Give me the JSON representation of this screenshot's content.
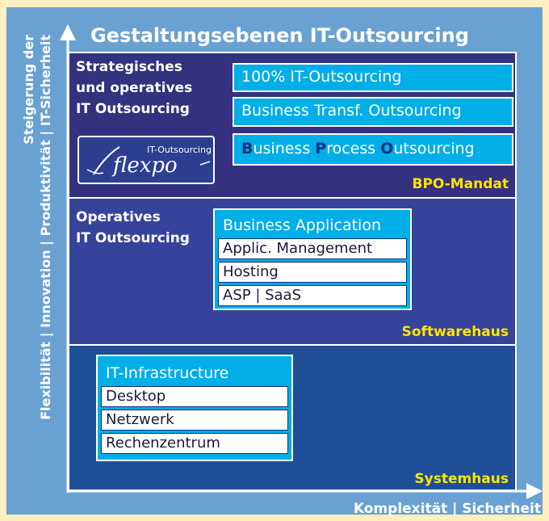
{
  "diagram": {
    "title": "Gestaltungsebenen IT-Outsourcing",
    "x_axis_label": "Komplexität | Sicherheit",
    "y_axis_label_line1": "Steigerung der",
    "y_axis_label_line2": "Flexibilität | Innovation | Produktivität | IT-Sicherheit"
  },
  "levels": [
    {
      "name_lines": [
        "Strategisches",
        "und operatives",
        "IT Outsourcing"
      ],
      "tag": "BPO-Mandat",
      "items": [
        "100% IT-Outsourcing",
        "Business Transf. Outsourcing"
      ],
      "bpo_item": {
        "b1": "B",
        "r1": "usiness ",
        "b2": "P",
        "r2": "rocess ",
        "b3": "O",
        "r3": "utsourcing"
      },
      "logo_text": "IT-Outsourcing",
      "logo_word": "flexpo"
    },
    {
      "name_lines": [
        "Operatives",
        "IT Outsourcing"
      ],
      "tag": "Softwarehaus",
      "panel_title": "Business Application",
      "panel_items": [
        "Applic. Management",
        "Hosting",
        "ASP | SaaS"
      ]
    },
    {
      "tag": "Systemhaus",
      "panel_title": "IT-Infrastructure",
      "panel_items": [
        "Desktop",
        "Netzwerk",
        "Rechenzentrum"
      ]
    }
  ],
  "colors": {
    "background": "#fcefc2",
    "frame": "#6aa1d3",
    "level1": "#34327e",
    "level2": "#35449a",
    "level3": "#1f4e98",
    "accent": "#00aee8",
    "tag": "#ffe500"
  }
}
